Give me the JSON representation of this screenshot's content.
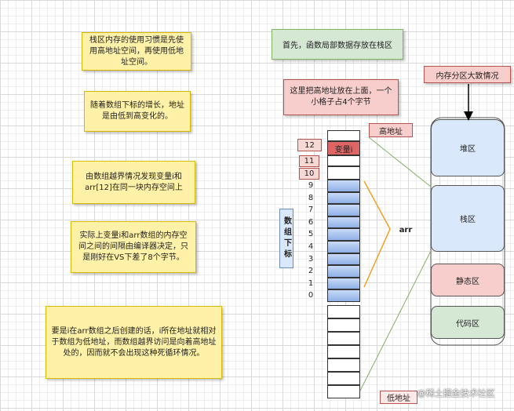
{
  "notes": {
    "n1": "栈区内存的使用习惯是先使用高地址空间，再使用低地址空间。",
    "n2": "随着数组下标的增长，地址是由低到高变化的。",
    "n3": "由数组越界情况发现变量i和arr[12]在同一块内存空间上",
    "n4": "实际上变量i和arr数组的内存空间之间的间隔由编译器决定，只是刚好在VS下差了8个字节。",
    "n5": "要是i在arr数组之后创建的话，i所在地址就相对于数组为低地址，而数组越界访问是向着高地址处的，因而就不会出现这种死循环情况。"
  },
  "top": {
    "first": "首先，函数局部数据存放在栈区",
    "addr_note": "这里把高地址放在上面，一个小格子占4个字节",
    "mem_title": "内存分区大致情况"
  },
  "labels": {
    "high": "高地址",
    "low": "低地址",
    "var_i": "变量i",
    "arr": "arr",
    "index_title": "数组下标",
    "idx12": "12",
    "idx11": "11",
    "idx10": "10"
  },
  "indices": [
    "9",
    "8",
    "7",
    "6",
    "5",
    "4",
    "3",
    "2",
    "1",
    "0"
  ],
  "regions": {
    "heap": "堆区",
    "stack": "栈区",
    "static": "静态区",
    "code": "代码区"
  },
  "watermark": "@稀土掘金技术社区",
  "colors": {
    "note_bg": "#fff2a8",
    "green": "#d5e8d4",
    "pink": "#f8cecc",
    "blue": "#a9c4eb",
    "var_i": "#e06666"
  }
}
